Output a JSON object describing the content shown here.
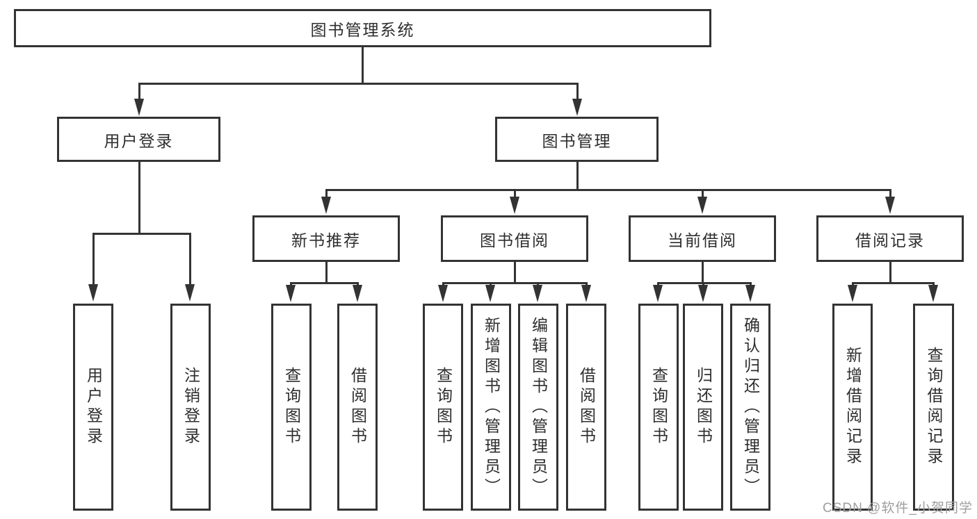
{
  "diagram": {
    "root": {
      "label": "图书管理系统"
    },
    "level2": [
      {
        "label": "用户登录"
      },
      {
        "label": "图书管理"
      }
    ],
    "level3": [
      {
        "label": "新书推荐"
      },
      {
        "label": "图书借阅"
      },
      {
        "label": "当前借阅"
      },
      {
        "label": "借阅记录"
      }
    ],
    "leaves": [
      {
        "label": "用户登录"
      },
      {
        "label": "注销登录"
      },
      {
        "label": "查询图书"
      },
      {
        "label": "借阅图书"
      },
      {
        "label": "查询图书"
      },
      {
        "label": "新增图书（管理员）"
      },
      {
        "label": "编辑图书（管理员）"
      },
      {
        "label": "借阅图书"
      },
      {
        "label": "查询图书"
      },
      {
        "label": "归还图书"
      },
      {
        "label": "确认归还（管理员）"
      },
      {
        "label": "新增借阅记录"
      },
      {
        "label": "查询借阅记录"
      }
    ]
  },
  "watermark": {
    "text": "CSDN @软件_小贺同学"
  },
  "colors": {
    "line": "#333333",
    "text": "#2e2e2e",
    "background": "#ffffff",
    "watermark": "#9e9e9e"
  }
}
